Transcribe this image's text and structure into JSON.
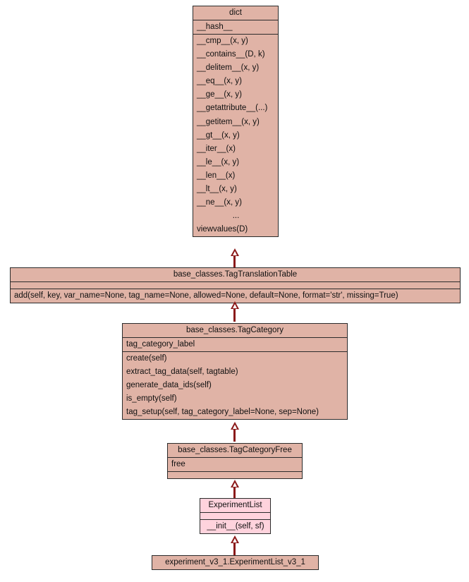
{
  "diagram": {
    "kind": "uml-class-diagram",
    "background_color": "#ffffff",
    "class_fill_color": "#e0b3a6",
    "highlight_fill_color": "#ffd3dd",
    "border_color": "#2b2b2b",
    "edge_color": "#8b1a1a",
    "edge_kind": "inheritance-generalization"
  },
  "classes": {
    "dict": {
      "name": "dict",
      "attributes": [
        "__hash__"
      ],
      "methods": [
        "__cmp__(x, y)",
        "__contains__(D, k)",
        "__delitem__(x, y)",
        "__eq__(x, y)",
        "__ge__(x, y)",
        "__getattribute__(...)",
        "__getitem__(x, y)",
        "__gt__(x, y)",
        "__iter__(x)",
        "__le__(x, y)",
        "__len__(x)",
        "__lt__(x, y)",
        "__ne__(x, y)",
        "...",
        "viewvalues(D)"
      ]
    },
    "tag_translation_table": {
      "name": "base_classes.TagTranslationTable",
      "attributes": [],
      "methods": [
        "add(self, key, var_name=None, tag_name=None, allowed=None, default=None, format='str', missing=True)"
      ]
    },
    "tag_category": {
      "name": "base_classes.TagCategory",
      "attributes": [
        "tag_category_label"
      ],
      "methods": [
        "create(self)",
        "extract_tag_data(self, tagtable)",
        "generate_data_ids(self)",
        "is_empty(self)",
        "tag_setup(self, tag_category_label=None, sep=None)"
      ]
    },
    "tag_category_free": {
      "name": "base_classes.TagCategoryFree",
      "attributes": [
        "free"
      ],
      "methods": []
    },
    "experiment_list": {
      "name": "ExperimentList",
      "attributes": [],
      "methods": [
        "__init__(self, sf)"
      ]
    },
    "experiment_list_v3_1": {
      "name": "experiment_v3_1.ExperimentList_v3_1",
      "attributes": [],
      "methods": []
    }
  },
  "edges": [
    {
      "from": "base_classes.TagTranslationTable",
      "to": "dict"
    },
    {
      "from": "base_classes.TagCategory",
      "to": "base_classes.TagTranslationTable"
    },
    {
      "from": "base_classes.TagCategoryFree",
      "to": "base_classes.TagCategory"
    },
    {
      "from": "ExperimentList",
      "to": "base_classes.TagCategoryFree"
    },
    {
      "from": "experiment_v3_1.ExperimentList_v3_1",
      "to": "ExperimentList"
    }
  ]
}
